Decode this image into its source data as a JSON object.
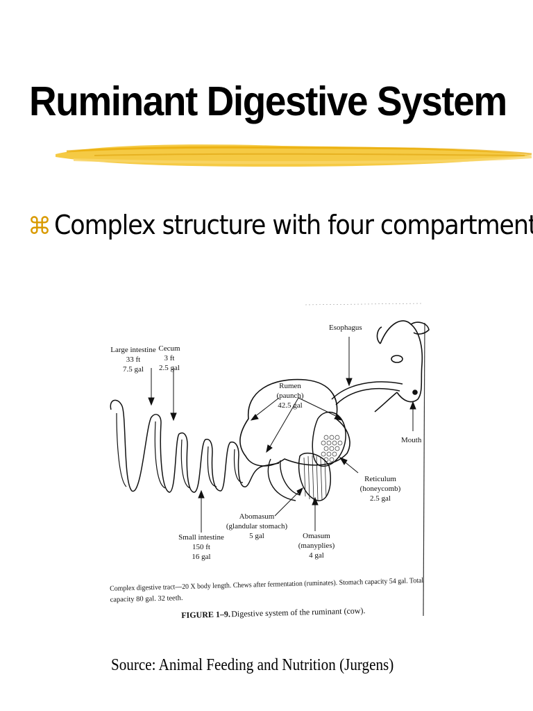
{
  "slide": {
    "title": "Ruminant Digestive System",
    "bullet_icon": "command-key-icon",
    "bullet": "Complex structure with four compartments",
    "accent_color": "#f2b705",
    "source": "Source: Animal Feeding and Nutrition (Jurgens)"
  },
  "figure": {
    "labels": {
      "esophagus": "Esophagus",
      "large_intestine": [
        "Large intestine",
        "33 ft",
        "7.5 gal"
      ],
      "cecum": [
        "Cecum",
        "3 ft",
        "2.5 gal"
      ],
      "rumen": [
        "Rumen",
        "(paunch)",
        "42.5 gal"
      ],
      "mouth": "Mouth",
      "reticulum": [
        "Reticulum",
        "(honeycomb)",
        "2.5 gal"
      ],
      "abomasum": [
        "Abomasum",
        "(glandular stomach)",
        "5 gal"
      ],
      "omasum": [
        "Omasum",
        "(manyplies)",
        "4 gal"
      ],
      "small_intestine": [
        "Small intestine",
        "150 ft",
        "16 gal"
      ]
    },
    "caption_note_line1": "Complex digestive tract—20 X body length. Chews after fermentation (ruminates). Stomach capacity 54 gal. Total",
    "caption_note_line2": "capacity 80 gal. 32 teeth.",
    "figure_number": "FIGURE 1–9.",
    "figure_caption": "Digestive system of the ruminant (cow)."
  }
}
